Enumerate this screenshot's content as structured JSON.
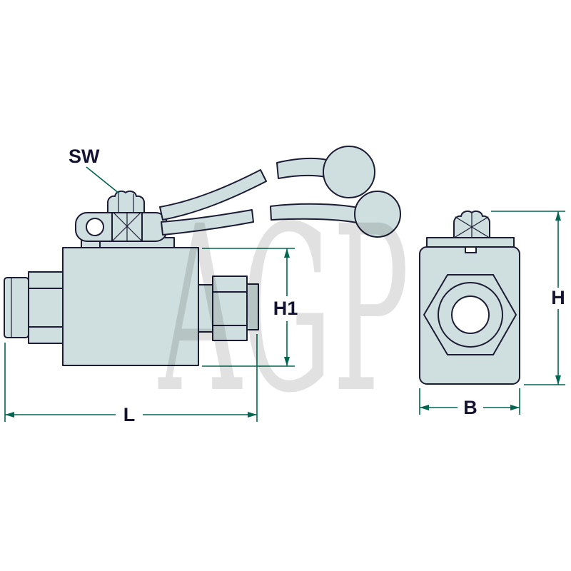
{
  "diagram": {
    "type": "technical-drawing",
    "subject": "Hydraulic two-way ball valve with lever handle - side view and front view with dimension callouts",
    "watermark": "AGP",
    "labels": {
      "sw": "SW",
      "h1": "H1",
      "l": "L",
      "h": "H",
      "b": "B"
    },
    "colors": {
      "body_fill": "#cfdfdf",
      "outline": "#1c1c34",
      "dimension": "#00664f",
      "label_color": "#141432",
      "watermark": "#c4c4c4"
    }
  }
}
